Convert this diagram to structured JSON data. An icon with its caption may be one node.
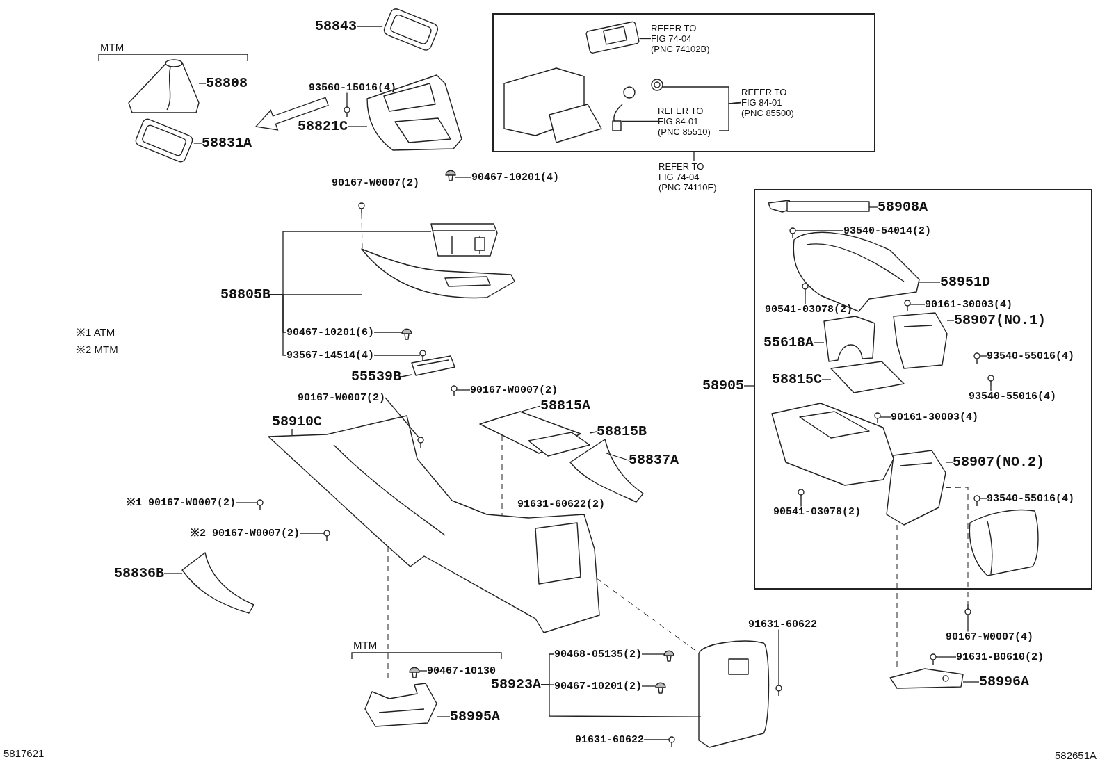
{
  "diagram": {
    "nodes": [
      {
        "text": [],
        "shape": "box"
      },
      {
        "text": [],
        "shape": "box"
      },
      {
        "text": [
          "58843"
        ]
      },
      {
        "text": [
          "58808"
        ]
      },
      {
        "text": [
          "58831A"
        ]
      },
      {
        "text": [
          "93560-15016(4)"
        ]
      },
      {
        "text": [
          "58821C"
        ]
      },
      {
        "text": [
          "90467-10201(4)"
        ]
      },
      {
        "text": [
          "REFER TO FIG 74-04 (PNC 74102B)"
        ],
        "in": 0
      },
      {
        "text": [
          "REFER TO FIG 84-01 (PNC 85510)"
        ],
        "in": 0
      },
      {
        "text": [
          "REFER TO FIG 84-01 (PNC 85500)"
        ],
        "in": 0
      },
      {
        "text": [
          "REFER TO FIG 74-04 (PNC 74110E)"
        ]
      },
      {
        "text": [
          "58908A"
        ],
        "in": 1
      },
      {
        "text": [
          "93540-54014(2)"
        ],
        "in": 1
      },
      {
        "text": [
          "58951D"
        ],
        "in": 1
      },
      {
        "text": [
          "90541-03078(2)"
        ],
        "in": 1
      },
      {
        "text": [
          "90161-30003(4)"
        ],
        "in": 1
      },
      {
        "text": [
          "58907(NO.1)"
        ],
        "in": 1
      },
      {
        "text": [
          "55618A"
        ],
        "in": 1
      },
      {
        "text": [
          "93540-55016(4)"
        ],
        "in": 1
      },
      {
        "text": [
          "93540-55016(4)"
        ],
        "in": 1
      },
      {
        "text": [
          "58815C"
        ],
        "in": 1
      },
      {
        "text": [
          "90161-30003(4)"
        ],
        "in": 1
      },
      {
        "text": [
          "58907(NO.2)"
        ],
        "in": 1
      },
      {
        "text": [
          "90541-03078(2)"
        ],
        "in": 1
      },
      {
        "text": [
          "93540-55016(4)"
        ],
        "in": 1
      },
      {
        "text": [
          "58905"
        ]
      },
      {
        "text": [
          "58805B"
        ]
      },
      {
        "text": [
          "90467-10201(6)"
        ]
      },
      {
        "text": [
          "93567-14514(4)"
        ]
      },
      {
        "text": [
          "55539B"
        ]
      },
      {
        "text": [
          "90167-W0007(2)"
        ]
      },
      {
        "text": [
          "90167-W0007(2)"
        ]
      },
      {
        "text": [
          "58910C"
        ]
      },
      {
        "text": [
          "58815A"
        ]
      },
      {
        "text": [
          "58815B"
        ]
      },
      {
        "text": [
          "58837A"
        ]
      },
      {
        "text": [
          "※1 90167-W0007(2)"
        ]
      },
      {
        "text": [
          "※2 90167-W0007(2)"
        ]
      },
      {
        "text": [
          "58836B"
        ]
      },
      {
        "text": [
          "91631-60622"
        ]
      },
      {
        "text": [
          "90468-05135(2)"
        ]
      },
      {
        "text": [
          "58923A"
        ]
      },
      {
        "text": [
          "90467-10201(2)"
        ]
      },
      {
        "text": [
          "91631-60622"
        ]
      },
      {
        "text": [
          "90467-10130"
        ]
      },
      {
        "text": [
          "58995A"
        ]
      },
      {
        "text": [
          "90167-W0007(4)"
        ]
      },
      {
        "text": [
          "91631-B0610(2)"
        ]
      },
      {
        "text": [
          "58996A"
        ]
      },
      {
        "text": [],
        "shape": "picture"
      },
      {
        "text": [],
        "shape": "picture"
      },
      {
        "text": [],
        "shape": "picture"
      },
      {
        "text": [],
        "shape": "picture"
      },
      {
        "text": [],
        "shape": "picture"
      },
      {
        "text": [],
        "shape": "picture"
      },
      {
        "text": [],
        "shape": "picture",
        "in": 0
      },
      {
        "text": [],
        "shape": "picture",
        "in": 0
      },
      {
        "text": [],
        "shape": "picture",
        "in": 0
      },
      {
        "text": [],
        "shape": "picture",
        "in": 1
      },
      {
        "text": [],
        "shape": "picture",
        "in": 1
      },
      {
        "text": [],
        "shape": "picture",
        "in": 1
      },
      {
        "text": [],
        "shape": "picture",
        "in": 1
      },
      {
        "text": [],
        "shape": "picture",
        "in": 1
      },
      {
        "text": [],
        "shape": "picture",
        "in": 1
      },
      {
        "text": [],
        "shape": "picture",
        "in": 1
      },
      {
        "text": [],
        "shape": "picture",
        "in": 1
      },
      {
        "text": [],
        "shape": "picture",
        "in": 1
      },
      {
        "text": [],
        "shape": "picture",
        "in": 1
      },
      {
        "text": [],
        "shape": "picture",
        "in": 1
      },
      {
        "text": [],
        "shape": "picture",
        "in": 1
      },
      {
        "text": [],
        "shape": "picture",
        "in": 1
      },
      {
        "text": [],
        "shape": "picture",
        "in": 1
      },
      {
        "text": [],
        "shape": "picture"
      },
      {
        "text": [],
        "shape": "picture"
      },
      {
        "text": [],
        "shape": "picture"
      },
      {
        "text": [],
        "shape": "picture"
      },
      {
        "text": [],
        "shape": "picture"
      },
      {
        "text": [],
        "shape": "picture"
      },
      {
        "text": [],
        "shape": "picture"
      },
      {
        "text": [],
        "shape": "picture"
      },
      {
        "text": [],
        "shape": "picture"
      },
      {
        "text": [],
        "shape": "picture"
      },
      {
        "text": [],
        "shape": "picture"
      },
      {
        "text": [],
        "shape": "picture"
      },
      {
        "text": [],
        "shape": "picture"
      },
      {
        "text": [],
        "shape": "picture"
      },
      {
        "text": [],
        "shape": "picture"
      },
      {
        "text": [],
        "shape": "picture"
      },
      {
        "text": [],
        "shape": "picture"
      },
      {
        "text": [],
        "shape": "picture"
      },
      {
        "text": [],
        "shape": "picture"
      },
      {
        "text": [],
        "shape": "picture"
      },
      {
        "text": [],
        "shape": "picture"
      },
      {
        "text": [],
        "shape": "picture"
      },
      {
        "text": [],
        "shape": "picture"
      },
      {
        "text": [],
        "shape": "picture",
        "in": 1
      },
      {
        "text": [],
        "shape": "picture",
        "in": 1
      },
      {
        "text": [],
        "shape": "picture",
        "in": 0
      },
      {
        "text": [],
        "shape": "picture"
      },
      {
        "text": [],
        "shape": "picture"
      }
    ],
    "edges": [
      {
        "from": 2,
        "to": 50,
        "arrow": "none"
      },
      {
        "from": 3,
        "to": 51,
        "arrow": "none"
      },
      {
        "from": 4,
        "to": 52,
        "arrow": "none"
      },
      {
        "from": 5,
        "to": 53,
        "arrow": "none"
      },
      {
        "from": 6,
        "to": 54,
        "arrow": "none"
      },
      {
        "from": 7,
        "to": 55,
        "arrow": "none"
      },
      {
        "from": 8,
        "to": 56,
        "arrow": "none"
      },
      {
        "from": 9,
        "to": 57,
        "arrow": "none"
      },
      {
        "from": 10,
        "to": 58,
        "arrow": "none"
      },
      {
        "from": 10,
        "to": 9,
        "arrow": "none"
      },
      {
        "from": 11,
        "to": 0,
        "arrow": "none"
      },
      {
        "from": 12,
        "to": 59,
        "arrow": "none"
      },
      {
        "from": 13,
        "to": 60,
        "arrow": "none"
      },
      {
        "from": 14,
        "to": 61,
        "arrow": "none"
      },
      {
        "from": 15,
        "to": 62,
        "arrow": "none"
      },
      {
        "from": 16,
        "to": 63,
        "arrow": "none"
      },
      {
        "from": 17,
        "to": 64,
        "arrow": "none"
      },
      {
        "from": 18,
        "to": 65,
        "arrow": "none"
      },
      {
        "from": 19,
        "to": 66,
        "arrow": "none"
      },
      {
        "from": 20,
        "to": 67,
        "arrow": "none"
      },
      {
        "from": 21,
        "to": 68,
        "arrow": "none"
      },
      {
        "from": 22,
        "to": 69,
        "arrow": "none"
      },
      {
        "from": 23,
        "to": 70,
        "arrow": "none"
      },
      {
        "from": 24,
        "to": 71,
        "arrow": "none"
      },
      {
        "from": 25,
        "to": 72,
        "arrow": "none"
      },
      {
        "from": 26,
        "to": 1,
        "arrow": "none"
      },
      {
        "from": 27,
        "to": 73,
        "arrow": "none"
      },
      {
        "from": 27,
        "to": 100,
        "arrow": "none"
      },
      {
        "from": 27,
        "to": 28,
        "arrow": "none"
      },
      {
        "from": 27,
        "to": 29,
        "arrow": "none"
      },
      {
        "from": 28,
        "to": 74,
        "arrow": "none"
      },
      {
        "from": 29,
        "to": 75,
        "arrow": "none"
      },
      {
        "from": 30,
        "to": 76,
        "arrow": "none"
      },
      {
        "from": 31,
        "to": 77,
        "arrow": "none"
      },
      {
        "from": 32,
        "to": 78,
        "arrow": "none"
      },
      {
        "from": 33,
        "to": 79,
        "arrow": "none"
      },
      {
        "from": 34,
        "to": 80,
        "arrow": "none"
      },
      {
        "from": 35,
        "to": 81,
        "arrow": "none"
      },
      {
        "from": 36,
        "to": 82,
        "arrow": "none"
      },
      {
        "from": 37,
        "to": 83,
        "arrow": "none"
      },
      {
        "from": 38,
        "to": 84,
        "arrow": "none"
      },
      {
        "from": 39,
        "to": 85,
        "arrow": "none"
      },
      {
        "from": 40,
        "to": 86,
        "arrow": "none"
      },
      {
        "from": 41,
        "to": 87,
        "arrow": "none"
      },
      {
        "from": 42,
        "to": 41,
        "arrow": "none"
      },
      {
        "from": 42,
        "to": 43,
        "arrow": "none"
      },
      {
        "from": 42,
        "to": 88,
        "arrow": "none"
      },
      {
        "from": 43,
        "to": 89,
        "arrow": "none"
      },
      {
        "from": 44,
        "to": 90,
        "arrow": "none"
      },
      {
        "from": 45,
        "to": 91,
        "arrow": "none"
      },
      {
        "from": 46,
        "to": 92,
        "arrow": "none"
      },
      {
        "from": 47,
        "to": 93,
        "arrow": "none"
      },
      {
        "from": 48,
        "to": 94,
        "arrow": "none"
      },
      {
        "from": 49,
        "to": 95,
        "arrow": "none"
      },
      {
        "from": 54,
        "to": 51,
        "arrow": "to"
      },
      {
        "from": 70,
        "to": 95,
        "arrow": "none",
        "style": "dashed"
      },
      {
        "from": 70,
        "to": 93,
        "arrow": "none",
        "style": "dashed"
      },
      {
        "from": 79,
        "to": 88,
        "arrow": "none",
        "style": "dashed"
      },
      {
        "from": 80,
        "to": 79,
        "arrow": "none",
        "style": "dashed"
      },
      {
        "from": 79,
        "to": 92,
        "arrow": "none",
        "style": "dashed"
      },
      {
        "from": 99,
        "to": 73,
        "arrow": "none",
        "style": "dashed"
      }
    ],
    "labels": [
      "MTM",
      "90167-W0007(2)",
      "※1 ATM",
      "※2 MTM",
      "91631-60622(2)",
      "MTM",
      "5817621",
      "582651A"
    ]
  }
}
